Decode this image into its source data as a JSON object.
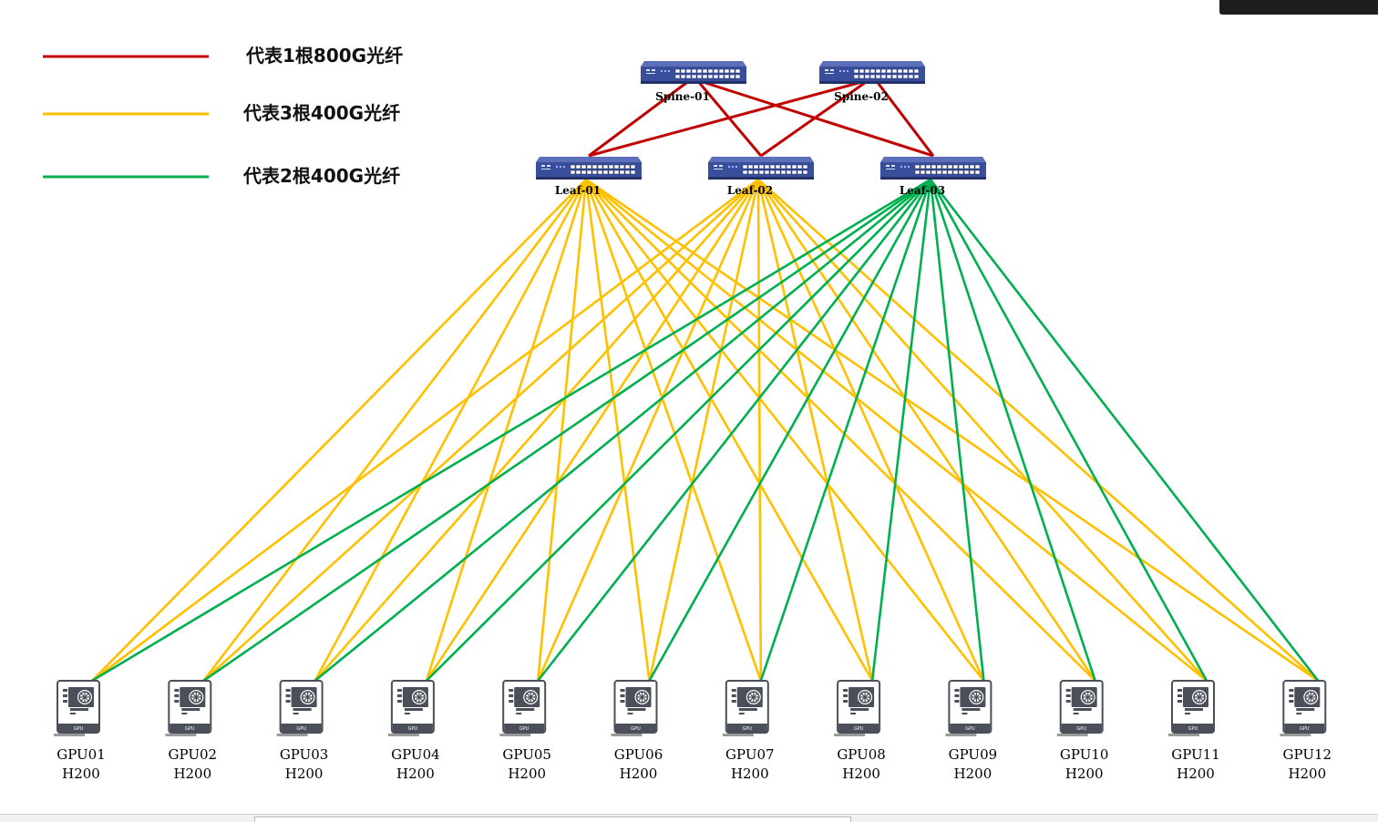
{
  "legend": [
    {
      "label": "代表1根800G光纤",
      "color": "#c00000"
    },
    {
      "label": "代表3根400G光纤",
      "color": "#ffc000"
    },
    {
      "label": "代表2根400G光纤",
      "color": "#00b050"
    }
  ],
  "spines": [
    {
      "id": "spine-01",
      "label": "Spine-01"
    },
    {
      "id": "spine-02",
      "label": "Spine-02"
    }
  ],
  "leaves": [
    {
      "id": "leaf-01",
      "label": "Leaf-01"
    },
    {
      "id": "leaf-02",
      "label": "Leaf-02"
    },
    {
      "id": "leaf-03",
      "label": "Leaf-03"
    }
  ],
  "gpus": [
    {
      "name": "GPU01",
      "model": "H200"
    },
    {
      "name": "GPU02",
      "model": "H200"
    },
    {
      "name": "GPU03",
      "model": "H200"
    },
    {
      "name": "GPU04",
      "model": "H200"
    },
    {
      "name": "GPU05",
      "model": "H200"
    },
    {
      "name": "GPU06",
      "model": "H200"
    },
    {
      "name": "GPU07",
      "model": "H200"
    },
    {
      "name": "GPU08",
      "model": "H200"
    },
    {
      "name": "GPU09",
      "model": "H200"
    },
    {
      "name": "GPU10",
      "model": "H200"
    },
    {
      "name": "GPU11",
      "model": "H200"
    },
    {
      "name": "GPU12",
      "model": "H200"
    }
  ],
  "spine_leaf_links": [
    {
      "from": "spine-01",
      "to": "leaf-01",
      "type": "800G"
    },
    {
      "from": "spine-01",
      "to": "leaf-02",
      "type": "800G"
    },
    {
      "from": "spine-01",
      "to": "leaf-03",
      "type": "800G"
    },
    {
      "from": "spine-02",
      "to": "leaf-01",
      "type": "800G"
    },
    {
      "from": "spine-02",
      "to": "leaf-02",
      "type": "800G"
    },
    {
      "from": "spine-02",
      "to": "leaf-03",
      "type": "800G"
    }
  ],
  "leaf_gpu_links": [
    {
      "leaf": "leaf-01",
      "cable": "3x400G",
      "gpus": "all"
    },
    {
      "leaf": "leaf-02",
      "cable": "3x400G",
      "gpus": "all"
    },
    {
      "leaf": "leaf-03",
      "cable": "2x400G",
      "gpus": "all"
    }
  ],
  "gpu_card_text": "GPU",
  "colors": {
    "red": "#c00000",
    "yellow": "#ffc000",
    "green": "#00b050",
    "switch_blue": "#3a4f9c"
  }
}
